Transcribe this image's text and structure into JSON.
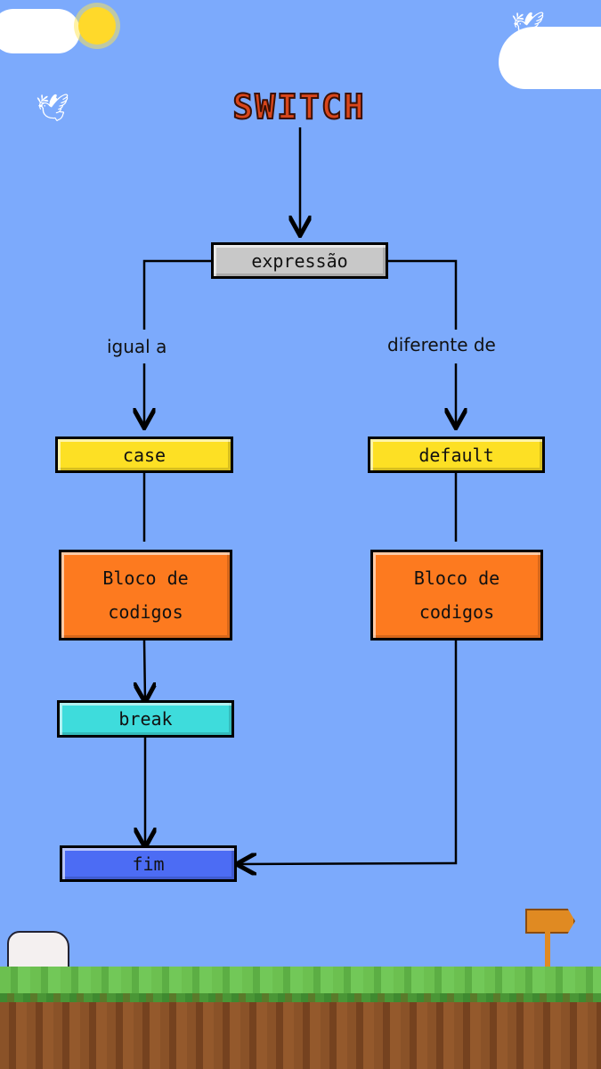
{
  "title": "SWITCH",
  "nodes": {
    "expression": "expressão",
    "case": "case",
    "default": "default",
    "block_left": "Bloco de codigos",
    "block_right": "Bloco de codigos",
    "break": "break",
    "end": "fim"
  },
  "edge_labels": {
    "equal": "igual a",
    "different": "diferente de"
  },
  "colors": {
    "background": "#7caafc",
    "expression": "#c8c8c8",
    "case": "#fde024",
    "block": "#fd7a1f",
    "break": "#3edcdc",
    "end": "#4c6cf4",
    "title": "#d9461c"
  }
}
